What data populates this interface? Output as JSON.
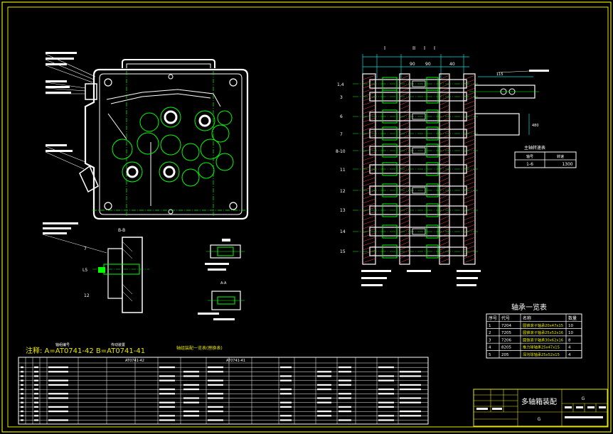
{
  "title_block": {
    "drawing_title": "多轴箱装配",
    "sheet_code_top": "G",
    "sheet_code_bottom": "G"
  },
  "section_labels": {
    "section_bb": "B-B",
    "section_aa": "A-A"
  },
  "spindle_view": {
    "roman_marks": [
      "I",
      "II",
      "I",
      "I"
    ],
    "dims_top": [
      "90",
      "90",
      "40"
    ],
    "row_labels": [
      "1,4",
      "3",
      "6",
      "7",
      "8-10",
      "11",
      "12",
      "13",
      "14",
      "15"
    ],
    "small_dims": [
      "115",
      "480"
    ]
  },
  "side_section_labels": [
    "7",
    "L5",
    "12"
  ],
  "bearing_table": {
    "title": "轴承一览表",
    "headers": [
      "序号",
      "代号",
      "名称",
      "数量"
    ],
    "rows": [
      [
        "1",
        "7204",
        "圆锥滚子轴承20x47x15",
        "10"
      ],
      [
        "2",
        "7205",
        "圆锥滚子轴承25x52x16",
        "10"
      ],
      [
        "3",
        "7206",
        "圆锥滚子轴承30x62x16",
        "8"
      ],
      [
        "4",
        "8205",
        "推力球轴承25x47x15",
        "4"
      ],
      [
        "5",
        "205",
        "深沟球轴承25x52x15",
        "4"
      ]
    ]
  },
  "spindle_table": {
    "title": "主轴转速表",
    "headers": [
      "轴号",
      "转速"
    ],
    "row": [
      "1-6",
      "1300"
    ]
  },
  "parts_list": {
    "label_title": "轴组编号",
    "label_mid": "传动装置",
    "legend": "注释: A=AT0741-42  B=AT0741-41",
    "center_title": "轴组装配一览表(替换表)",
    "sub_left": "AT0741-42",
    "sub_right": "AT0741-41"
  },
  "colors": {
    "frame": "#e6e600",
    "outline": "#ffffff",
    "centerline": "#00ff00",
    "dimension": "#00e0e0"
  }
}
